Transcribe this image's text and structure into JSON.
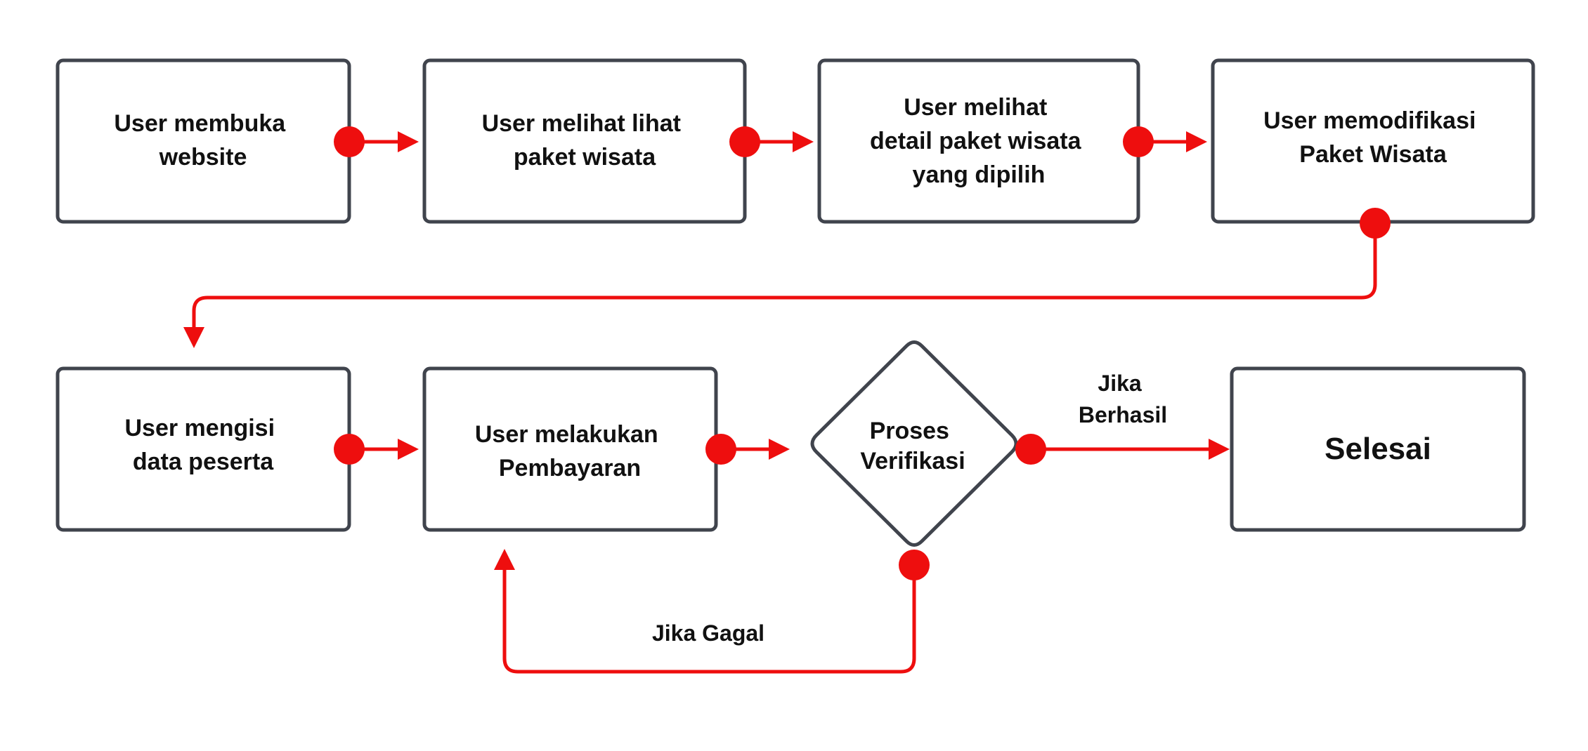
{
  "colors": {
    "node_border": "#40444d",
    "connector": "#ee0e0e",
    "text": "#111111",
    "background": "#ffffff"
  },
  "nodes": {
    "n1": {
      "lines": [
        "User membuka",
        "website"
      ]
    },
    "n2": {
      "lines": [
        "User melihat lihat",
        "paket wisata"
      ]
    },
    "n3": {
      "lines": [
        "User melihat",
        "detail paket wisata",
        "yang dipilih"
      ]
    },
    "n4": {
      "lines": [
        "User memodifikasi",
        "Paket Wisata"
      ]
    },
    "n5": {
      "lines": [
        "User mengisi",
        "data peserta"
      ]
    },
    "n6": {
      "lines": [
        "User melakukan",
        "Pembayaran"
      ]
    },
    "n7": {
      "lines": [
        "Proses",
        "Verifikasi"
      ]
    },
    "n8": {
      "lines": [
        "Selesai"
      ]
    }
  },
  "edges": {
    "success": {
      "lines": [
        "Jika",
        "Berhasil"
      ]
    },
    "fail": {
      "lines": [
        "Jika Gagal"
      ]
    }
  }
}
